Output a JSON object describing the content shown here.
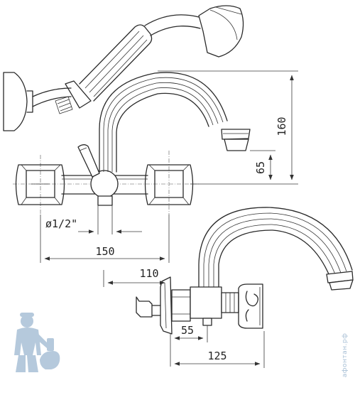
{
  "dimensions": {
    "pipe_thread": "ø1/2\"",
    "centers_min": "150",
    "centers_other": "110",
    "spout_height": "160",
    "outlet_height": "65",
    "wall_offset": "55",
    "spout_reach": "125"
  },
  "watermark": {
    "site": "афонтан.рф"
  },
  "colors": {
    "line": "#2a2a2a",
    "mascot": "#a9c0d6"
  }
}
